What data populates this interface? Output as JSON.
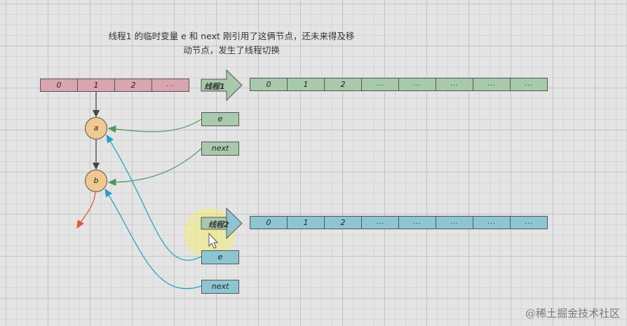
{
  "caption": {
    "line1": "线程1 的临时变量 e 和 next 刚引用了这俩节点，还未来得及移",
    "line2": "动节点，发生了线程切换"
  },
  "old_table": {
    "cells": [
      "0",
      "1",
      "2",
      "..."
    ],
    "color": "#d9a5b0"
  },
  "thread1": {
    "label": "线程1",
    "color": "#a9c9ac",
    "new_table": [
      "0",
      "1",
      "2",
      "...",
      "...",
      "...",
      "...",
      "..."
    ],
    "vars": {
      "e": "e",
      "next": "next"
    }
  },
  "thread2": {
    "label": "线程2",
    "color": "#8ec5d3",
    "new_table": [
      "0",
      "1",
      "2",
      "...",
      "...",
      "...",
      "...",
      "..."
    ],
    "vars": {
      "e": "e",
      "next": "next"
    }
  },
  "nodes": {
    "a": "a",
    "b": "b"
  },
  "node_color": "#f0c98e",
  "arrow_colors": {
    "chain": "#444444",
    "thread1_ref": "#5a9e6a",
    "thread2_ref": "#2aa6c2",
    "next_null": "#e0553a"
  },
  "watermark": "@稀土掘金技术社区"
}
